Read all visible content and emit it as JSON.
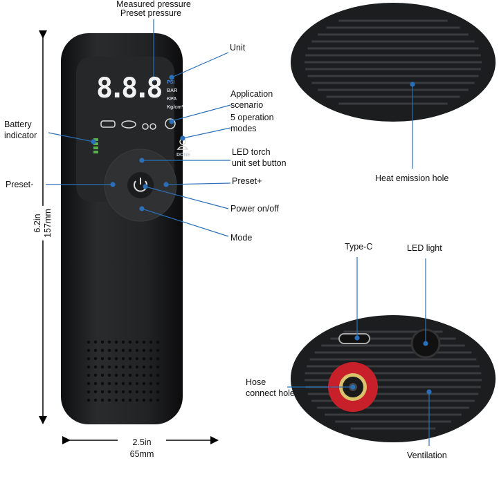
{
  "labels": {
    "measured_pressure": "Measured pressure",
    "preset_pressure": "Preset pressure",
    "unit": "Unit",
    "application_scenario_1": "Application",
    "application_scenario_2": "scenario",
    "modes_1": "5 operation",
    "modes_2": "modes",
    "led_torch_1": "LED torch",
    "led_torch_2": "unit set button",
    "preset_plus": "Preset+",
    "power": "Power on/off",
    "mode": "Mode",
    "battery_1": "Battery",
    "battery_2": "indicator",
    "preset_minus": "Preset-",
    "heat": "Heat emission hole",
    "type_c": "Type-C",
    "led_light": "LED light",
    "hose_1": "Hose",
    "hose_2": "connect hole",
    "ventilation": "Ventilation"
  },
  "dimensions": {
    "height_in": "6.2in",
    "height_mm": "157mm",
    "width_in": "2.5in",
    "width_mm": "65mm"
  },
  "display": {
    "digits": "8.8.8",
    "units": [
      "PSI",
      "BAR",
      "KPA",
      "Kg/cm²"
    ],
    "done": "DONE"
  },
  "colors": {
    "callout": "#2a6fb8",
    "body": "#1f2022",
    "hose_ring": "#c8202a"
  }
}
